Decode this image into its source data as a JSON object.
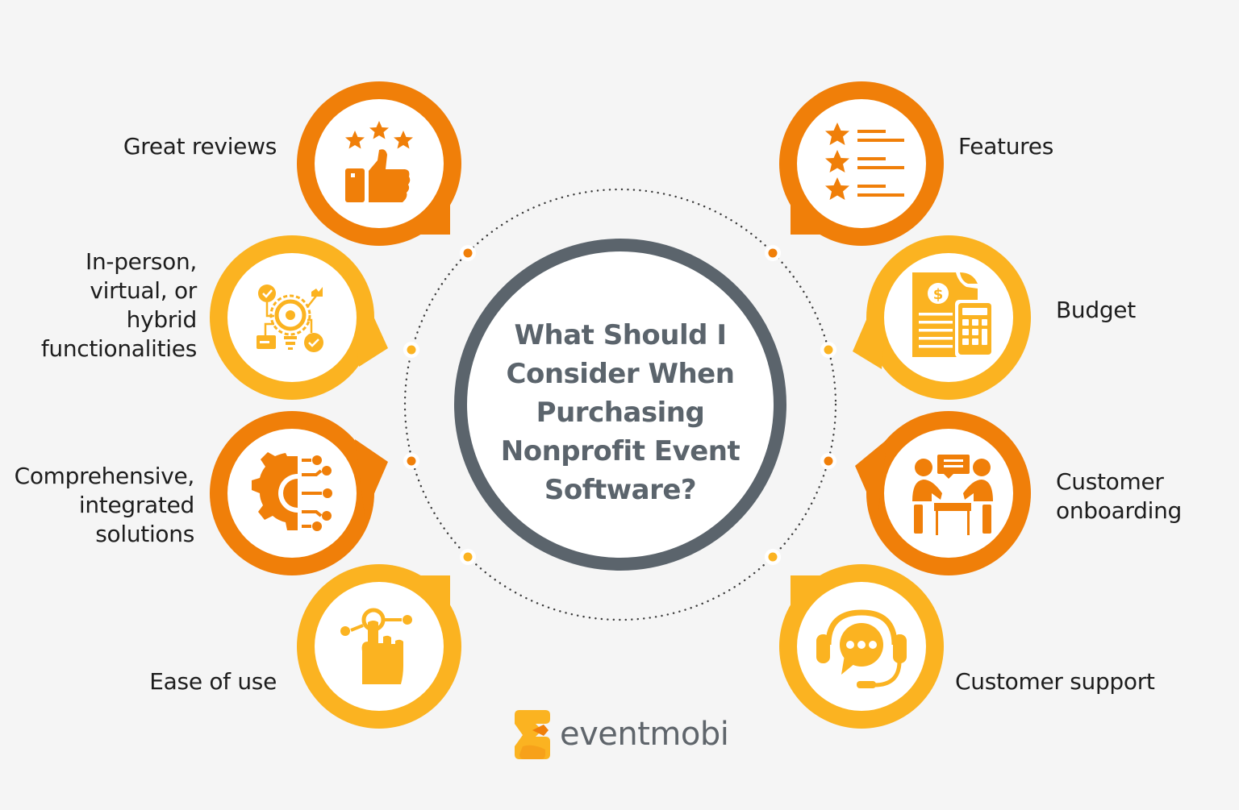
{
  "title": "What Should I Consider When Purchasing Nonprofit Event Software?",
  "title_lines": [
    "What Should I",
    "Consider When",
    "Purchasing",
    "Nonprofit Event",
    "Software?"
  ],
  "colors": {
    "background": "#f5f5f5",
    "orange": "#f07f09",
    "yellow": "#fbb321",
    "center_ring": "#5b646c",
    "text": "#1d1d1d"
  },
  "factors": [
    {
      "label": "Great reviews",
      "lines": [
        "Great reviews"
      ],
      "icon": "stars-thumbs-up-icon",
      "color": "orange",
      "side": "left"
    },
    {
      "label": "In-person, virtual, or hybrid functionalities",
      "lines": [
        "In-person,",
        "virtual, or",
        "hybrid",
        "functionalities"
      ],
      "icon": "lightbulb-gear-network-icon",
      "color": "yellow",
      "side": "left"
    },
    {
      "label": "Comprehensive, integrated solutions",
      "lines": [
        "Comprehensive,",
        "integrated",
        "solutions"
      ],
      "icon": "gear-circuit-icon",
      "color": "orange",
      "side": "left"
    },
    {
      "label": "Ease of use",
      "lines": [
        "Ease of use"
      ],
      "icon": "hand-tap-icon",
      "color": "yellow",
      "side": "left"
    },
    {
      "label": "Features",
      "lines": [
        "Features"
      ],
      "icon": "star-list-icon",
      "color": "orange",
      "side": "right"
    },
    {
      "label": "Budget",
      "lines": [
        "Budget"
      ],
      "icon": "invoice-calculator-icon",
      "color": "yellow",
      "side": "right"
    },
    {
      "label": "Customer onboarding",
      "lines": [
        "Customer",
        "onboarding"
      ],
      "icon": "meeting-table-icon",
      "color": "orange",
      "side": "right"
    },
    {
      "label": "Customer support",
      "lines": [
        "Customer support"
      ],
      "icon": "headset-chat-icon",
      "color": "yellow",
      "side": "right"
    }
  ],
  "logo": {
    "text": "eventmobi"
  }
}
